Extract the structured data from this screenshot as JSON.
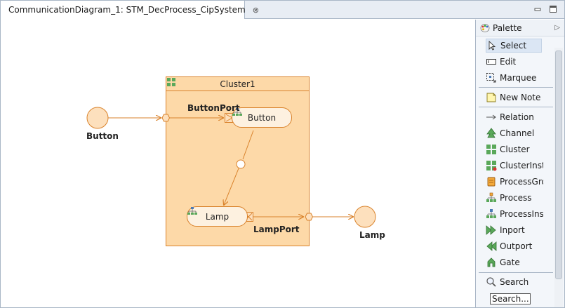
{
  "tab": {
    "title": "CommunicationDiagram_1: STM_DecProcess_CipSystem",
    "close": "⊗"
  },
  "window": {
    "min_icon": "minimize-icon",
    "max_icon": "maximize-icon"
  },
  "diagram": {
    "cluster_name": "Cluster1",
    "button_ext_label": "Button",
    "lamp_ext_label": "Lamp",
    "button_port_label": "ButtonPort",
    "lamp_port_label": "LampPort",
    "button_process": "Button",
    "lamp_process": "Lamp",
    "colors": {
      "node_fill": "#fde0bd",
      "node_stroke": "#d9822b",
      "cluster_fill": "#fdd9a8"
    }
  },
  "palette": {
    "title": "Palette",
    "collapse": "▷",
    "tools": [
      {
        "label": "Select",
        "icon": "arrow-pointer-icon"
      },
      {
        "label": "Edit",
        "icon": "edit-box-icon"
      },
      {
        "label": "Marquee",
        "icon": "marquee-icon"
      },
      {
        "label": "New Note",
        "icon": "note-icon"
      },
      {
        "label": "Relation",
        "icon": "arrow-right-icon"
      },
      {
        "label": "Channel",
        "icon": "channel-icon"
      },
      {
        "label": "Cluster",
        "icon": "cluster-icon"
      },
      {
        "label": "ClusterInsta...",
        "icon": "cluster-instance-icon"
      },
      {
        "label": "ProcessGro...",
        "icon": "process-group-icon"
      },
      {
        "label": "Process",
        "icon": "process-icon"
      },
      {
        "label": "ProcessInst...",
        "icon": "process-instance-icon"
      },
      {
        "label": "Inport",
        "icon": "inport-icon"
      },
      {
        "label": "Outport",
        "icon": "outport-icon"
      },
      {
        "label": "Gate",
        "icon": "gate-icon"
      },
      {
        "label": "Search",
        "icon": "search-icon"
      }
    ],
    "search_placeholder": "Search..."
  }
}
